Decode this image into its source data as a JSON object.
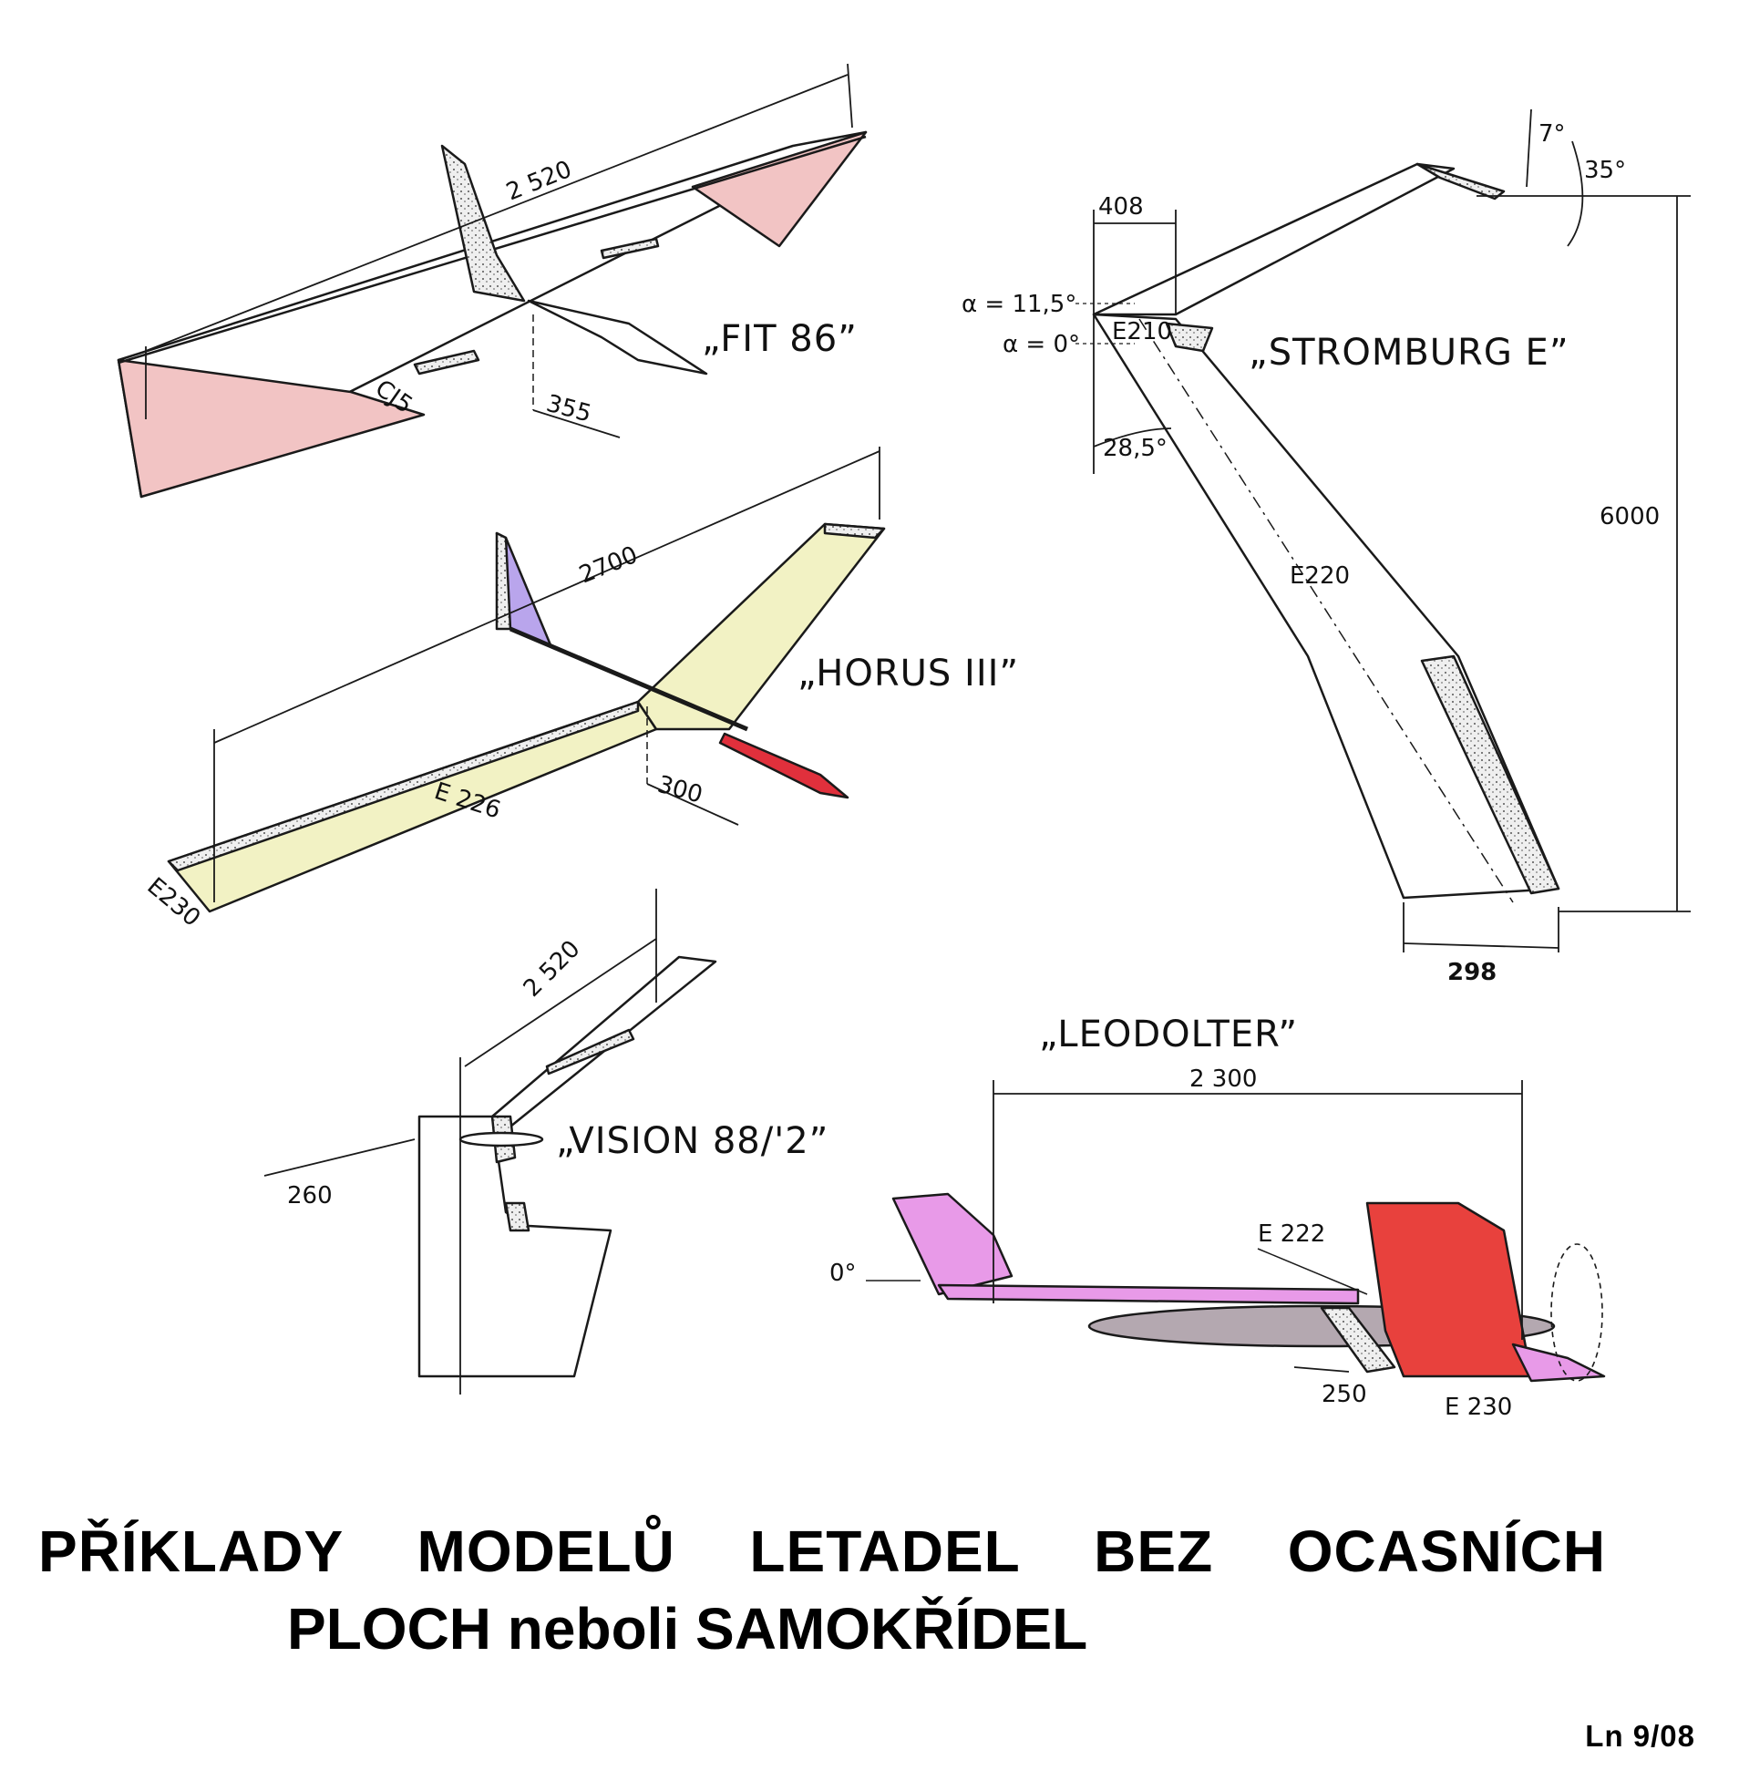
{
  "title": {
    "line1": "PŘÍKLADY  MODELŮ  LETADEL  BEZ  OCASNÍCH",
    "line2": "PLOCH neboli SAMOKŘÍDEL"
  },
  "source": "Ln 9/08",
  "colors": {
    "fit86_wing": "#f2c4c4",
    "horus_wing": "#f2f2c4",
    "horus_fin": "#b9a5ec",
    "horus_fuselage": "#e0303c",
    "leodolter_tail": "#e89ae8",
    "leodolter_wing": "#b4a8b0",
    "leodolter_fin": "#e8413d",
    "stipple": "#c8c8c8",
    "ink": "#1a1a1a"
  },
  "models": [
    {
      "name": "„FIT 86”",
      "airfoil": "CJ5",
      "span": "2 520",
      "chord": "355"
    },
    {
      "name": "„STROMBURG E”",
      "airfoil_root": "E210",
      "airfoil_mid": "E220",
      "span": "6000",
      "root_chord": "408",
      "tip_chord": "298",
      "sweep": "28,5°",
      "alpha_root": "α = 11,5°",
      "alpha_zero": "α = 0°",
      "tip_angle": "7°",
      "tip_dihedral": "35°"
    },
    {
      "name": "„HORUS III”",
      "airfoil_root": "E 226",
      "airfoil_tip": "E230",
      "span": "2700",
      "chord": "300"
    },
    {
      "name": "„VISION 88/'2”",
      "span": "2 520",
      "chord": "260"
    },
    {
      "name": "„LEODOLTER”",
      "airfoil_root": "E 222",
      "airfoil_tip": "E 230",
      "span": "2 300",
      "chord": "250",
      "angle": "0°"
    }
  ]
}
